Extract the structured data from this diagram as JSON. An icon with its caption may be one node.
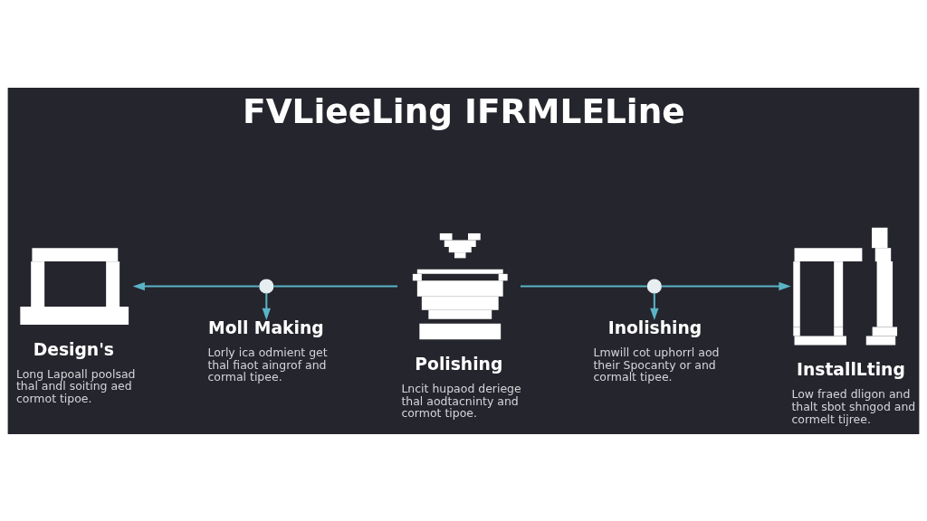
{
  "diagram": {
    "title": "FVLieeLing IFRMLELine",
    "nodes": [
      {
        "text": [],
        "shape": "picture",
        "beside": [
          "Design's",
          "Long Lapoall poolsad thal andl soiting aed cormot tipoe."
        ]
      },
      {
        "text": [],
        "shape": "circle"
      },
      {
        "text": [
          "Moll Making",
          "Lorly ica odmient get thal fiaot aingrof and cormal tipee."
        ]
      },
      {
        "text": [],
        "shape": "picture",
        "beside": [
          "Polishing",
          "Lncit hupaod deriege thal aodtacninty and cormot tipoe."
        ]
      },
      {
        "text": [],
        "shape": "circle"
      },
      {
        "text": [
          "Inolishing",
          "Lmwill cot uphorrl aod their Spocanty or and cormalt tipee."
        ]
      },
      {
        "text": [],
        "shape": "picture",
        "beside": [
          "InstallLting",
          "Low fraed dligon and thalt sbot shngod and cormelt tijree."
        ]
      }
    ],
    "edges": [
      {
        "from": 3,
        "to": 1,
        "arrow": "none"
      },
      {
        "from": 1,
        "to": 0,
        "arrow": "to"
      },
      {
        "from": 1,
        "to": 2,
        "arrow": "to"
      },
      {
        "from": 3,
        "to": 4,
        "arrow": "none"
      },
      {
        "from": 4,
        "to": 6,
        "arrow": "to"
      },
      {
        "from": 4,
        "to": 5,
        "arrow": "to"
      }
    ]
  }
}
